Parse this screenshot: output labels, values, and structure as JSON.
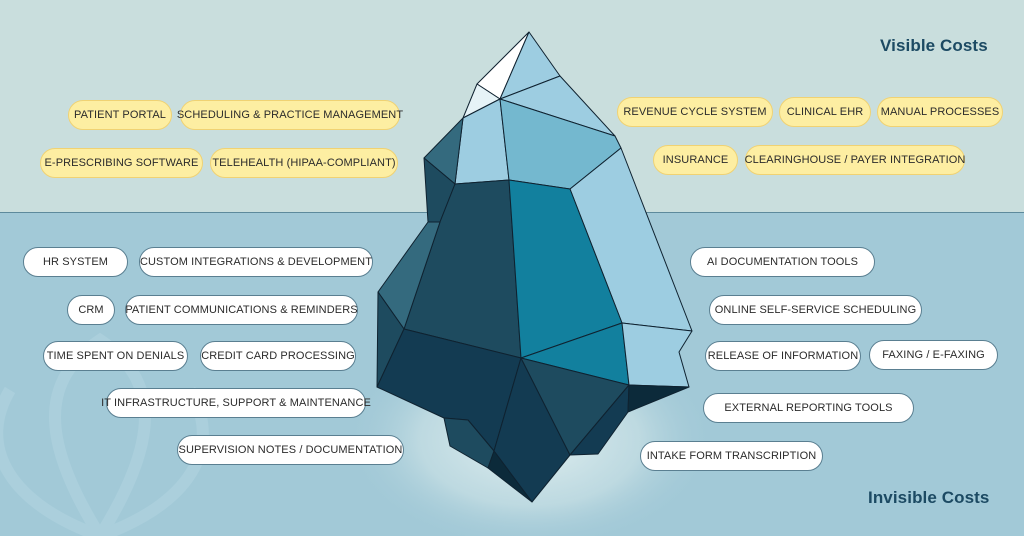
{
  "headings": {
    "visible": "Visible Costs",
    "invisible": "Invisible Costs"
  },
  "colors": {
    "sky": "#c9dedd",
    "water": "#a2c9d7",
    "heading": "#1c4a63",
    "visible_pill_fill": "#fdeea2",
    "visible_pill_border": "#f0d273",
    "invisible_pill_fill": "#ffffff",
    "invisible_pill_border": "#5a7f91",
    "ice_white": "#ffffff",
    "ice_pale": "#e6f3f7",
    "ice_light": "#9dcde1",
    "ice_mid": "#74b8cf",
    "ice_teal": "#12809e",
    "ice_steel": "#346a7e",
    "ice_dark": "#1e4b5f",
    "ice_navy": "#133b52",
    "ice_deepest": "#0c2a3a"
  },
  "visible_costs": [
    {
      "label": "Patient Portal"
    },
    {
      "label": "Scheduling & Practice Management"
    },
    {
      "label": "E-Prescribing Software"
    },
    {
      "label": "Telehealth (HIPAA-Compliant)"
    },
    {
      "label": "Revenue Cycle System"
    },
    {
      "label": "Clinical EHR"
    },
    {
      "label": "Manual Processes"
    },
    {
      "label": "Insurance"
    },
    {
      "label": "Clearinghouse / Payer Integration"
    }
  ],
  "invisible_costs": [
    {
      "label": "HR System"
    },
    {
      "label": "Custom Integrations & Development"
    },
    {
      "label": "CRM"
    },
    {
      "label": "Patient Communications & Reminders"
    },
    {
      "label": "Time Spent on Denials"
    },
    {
      "label": "Credit Card Processing"
    },
    {
      "label": "IT Infrastructure, Support & Maintenance"
    },
    {
      "label": "Supervision Notes / Documentation"
    },
    {
      "label": "AI Documentation Tools"
    },
    {
      "label": "Online Self-Service Scheduling"
    },
    {
      "label": "Release of Information"
    },
    {
      "label": "Faxing / E-Faxing"
    },
    {
      "label": "External Reporting Tools"
    },
    {
      "label": "Intake Form Transcription"
    }
  ]
}
